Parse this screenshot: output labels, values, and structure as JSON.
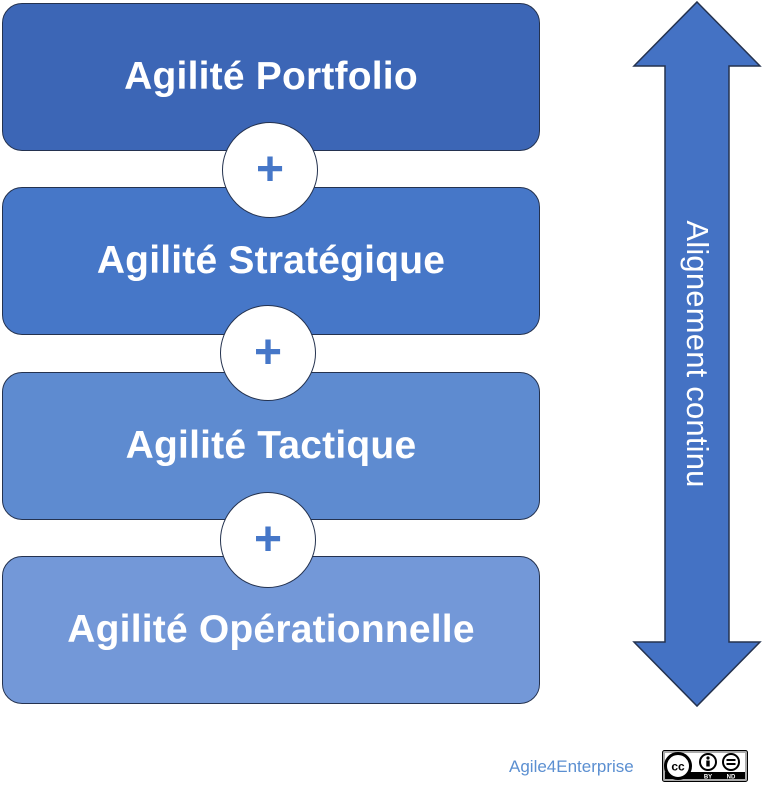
{
  "layers": [
    {
      "label": "Agilité Portfolio"
    },
    {
      "label": "Agilité Stratégique"
    },
    {
      "label": "Agilité Tactique"
    },
    {
      "label": "Agilité Opérationnelle"
    }
  ],
  "connector_symbol": "+",
  "side_arrow": {
    "label": "Alignement continu"
  },
  "footer": {
    "credit": "Agile4Enterprise",
    "license_badge": {
      "icon": "cc-by-nd-icon",
      "labels": [
        "BY",
        "ND"
      ]
    }
  },
  "colors": {
    "portfolio": "#3c66b6",
    "strategique": "#4677c8",
    "tactique": "#5e8bd0",
    "operationnelle": "#7398d8",
    "arrow": "#4472c4",
    "outline": "#24324f",
    "credit_text": "#5b8fd1"
  }
}
